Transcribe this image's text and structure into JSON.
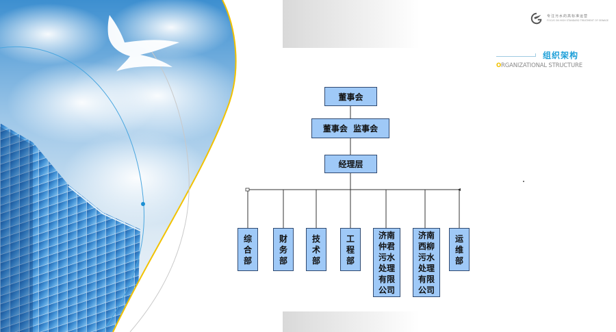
{
  "brand": {
    "name_cn": "专注污水的高标准运营",
    "name_en": "FOCUS ON HIGH STANDARD TREATMENT OF SEWAGE"
  },
  "heading": {
    "title_cn": "组织架构",
    "title_en_initial": "O",
    "title_en_rest": "RGANIZATIONAL STRUCTURE"
  },
  "org": {
    "top": "董事会",
    "board": "董事会  监事会",
    "management": "经理层",
    "departments": [
      {
        "lines": [
          "综",
          "合",
          "部"
        ]
      },
      {
        "lines": [
          "财",
          "务",
          "部"
        ]
      },
      {
        "lines": [
          "技",
          "术",
          "部"
        ]
      },
      {
        "lines": [
          "工",
          "程",
          "部"
        ]
      },
      {
        "lines": [
          "济南",
          "仲君",
          "污水",
          "处理",
          "有限",
          "公司"
        ]
      },
      {
        "lines": [
          "济南",
          "西柳",
          "污水",
          "处理",
          "有限",
          "公司"
        ]
      },
      {
        "lines": [
          "运",
          "维",
          "部"
        ]
      }
    ]
  },
  "colors": {
    "box_fill": "#9fc9f7",
    "box_border": "#2e4870",
    "accent_blue": "#1d9fd8",
    "accent_yellow": "#f2c200"
  }
}
